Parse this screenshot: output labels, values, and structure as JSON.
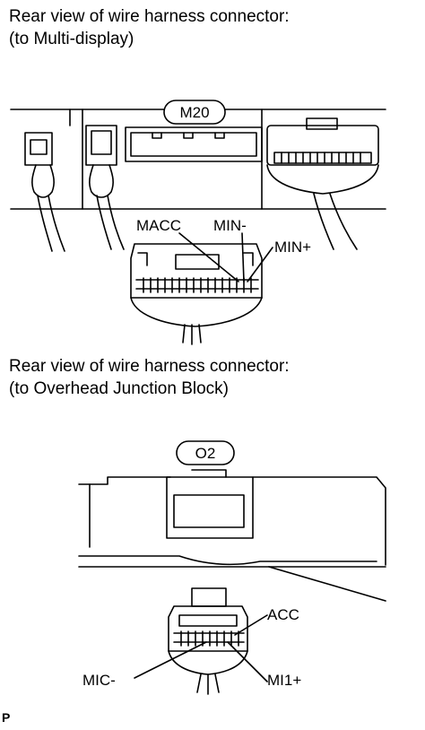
{
  "diagram1": {
    "caption_line1": "Rear view of wire harness connector:",
    "caption_line2": "(to Multi-display)",
    "connector_id": "M20",
    "pins": {
      "macc": "MACC",
      "min_minus": "MIN-",
      "min_plus": "MIN+"
    }
  },
  "diagram2": {
    "caption_line1": "Rear view of wire harness connector:",
    "caption_line2": "(to Overhead Junction Block)",
    "connector_id": "O2",
    "pins": {
      "acc": "ACC",
      "mic_minus": "MIC-",
      "mi1_plus": "MI1+"
    }
  },
  "footer": {
    "code": "P"
  }
}
